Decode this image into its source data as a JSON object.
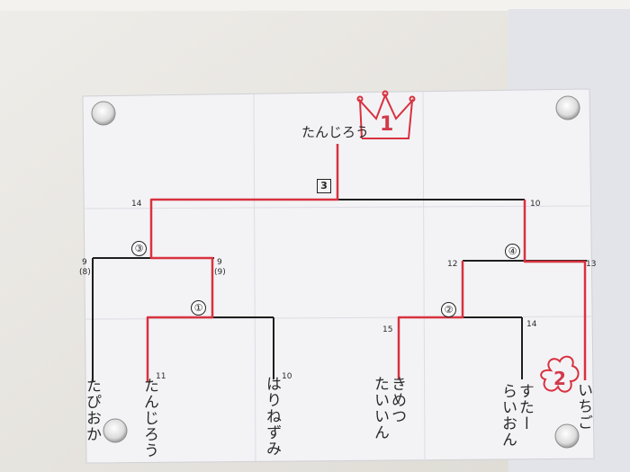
{
  "bracket": {
    "champion": "たんじろう",
    "final": {
      "round_label": "3",
      "left_score": "14",
      "right_score": "10"
    },
    "left_semi": {
      "round_label": "③",
      "left_score": "9",
      "left_score_alt": "(8)",
      "right_score": "9",
      "right_score_alt": "(9)"
    },
    "left_quarter": {
      "round_label": "①",
      "left_score": "11",
      "right_score": "10"
    },
    "right_semi": {
      "round_label": "④",
      "left_score": "12",
      "right_score": "13"
    },
    "right_quarter": {
      "round_label": "②",
      "left_score": "15",
      "right_score": "14"
    },
    "players": [
      "たぴおか",
      "たんじろう",
      "はりねずみ",
      "きめつ\nたいいん",
      "すたー\nらいおん",
      "いちご"
    ]
  },
  "badges": {
    "first_place": "1",
    "second_place": "2"
  },
  "colors": {
    "winner_line": "#d8323f",
    "line": "#1e1e1e",
    "paper": "#f3f3f6",
    "cloth": "#ebe9e4"
  }
}
